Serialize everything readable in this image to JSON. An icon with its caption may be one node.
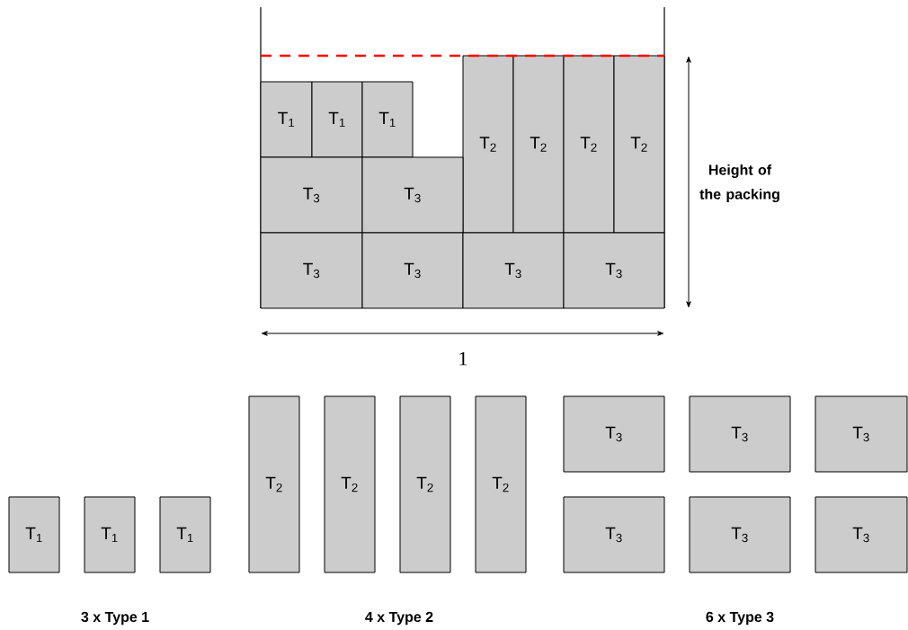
{
  "diagram": {
    "nodes": [
      {
        "text": [
          "T$_{1}$"
        ]
      },
      {
        "text": [
          "T$_{1}$"
        ]
      },
      {
        "text": [
          "T$_{1}$"
        ]
      },
      {
        "text": [
          "T$_{2}$"
        ]
      },
      {
        "text": [
          "T$_{2}$"
        ]
      },
      {
        "text": [
          "T$_{2}$"
        ]
      },
      {
        "text": [
          "T$_{2}$"
        ]
      },
      {
        "text": [
          "T$_{3}$"
        ]
      },
      {
        "text": [
          "T$_{3}$"
        ]
      },
      {
        "text": [
          "T$_{3}$"
        ]
      },
      {
        "text": [
          "T$_{3}$"
        ]
      },
      {
        "text": [
          "T$_{3}$"
        ]
      },
      {
        "text": [
          "T$_{3}$"
        ]
      },
      {
        "text": [
          "T$_{2}$"
        ]
      },
      {
        "text": [
          "T$_{2}$"
        ]
      },
      {
        "text": [
          "T$_{2}$"
        ]
      },
      {
        "text": [
          "T$_{2}$"
        ]
      },
      {
        "text": [
          "T$_{3}$"
        ]
      },
      {
        "text": [
          "T$_{3}$"
        ]
      },
      {
        "text": [
          "T$_{3}$"
        ]
      },
      {
        "text": [
          "T$_{1}$"
        ]
      },
      {
        "text": [
          "T$_{1}$"
        ]
      },
      {
        "text": [
          "T$_{1}$"
        ]
      },
      {
        "text": [
          "T$_{3}$"
        ]
      },
      {
        "text": [
          "T$_{3}$"
        ]
      },
      {
        "text": [
          "T$_{3}$"
        ]
      }
    ],
    "edges": [],
    "labels": [
      "Height of the packing",
      "1",
      "3 x Type 1",
      "4 x Type 2",
      "6 x Type 3"
    ]
  }
}
